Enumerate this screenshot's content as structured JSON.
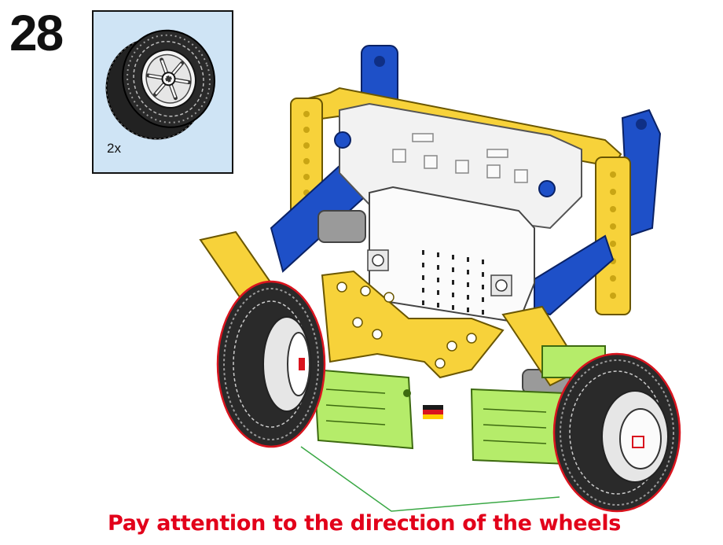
{
  "step": {
    "number": "28"
  },
  "parts_callout": {
    "quantity": "2x",
    "part_icon": "wheel-with-tire-icon"
  },
  "caption": {
    "text": "Pay attention to the direction of the wheels"
  },
  "colors": {
    "caption_red": "#e2001a",
    "callout_bg": "#cfe4f5",
    "frame_yellow": "#f7d23a",
    "beam_blue": "#1e50c8",
    "lime_block": "#b5ec6a",
    "controller_white": "#f2f2f2",
    "pointer_green": "#3aa845",
    "highlight_red": "#d9141e"
  }
}
